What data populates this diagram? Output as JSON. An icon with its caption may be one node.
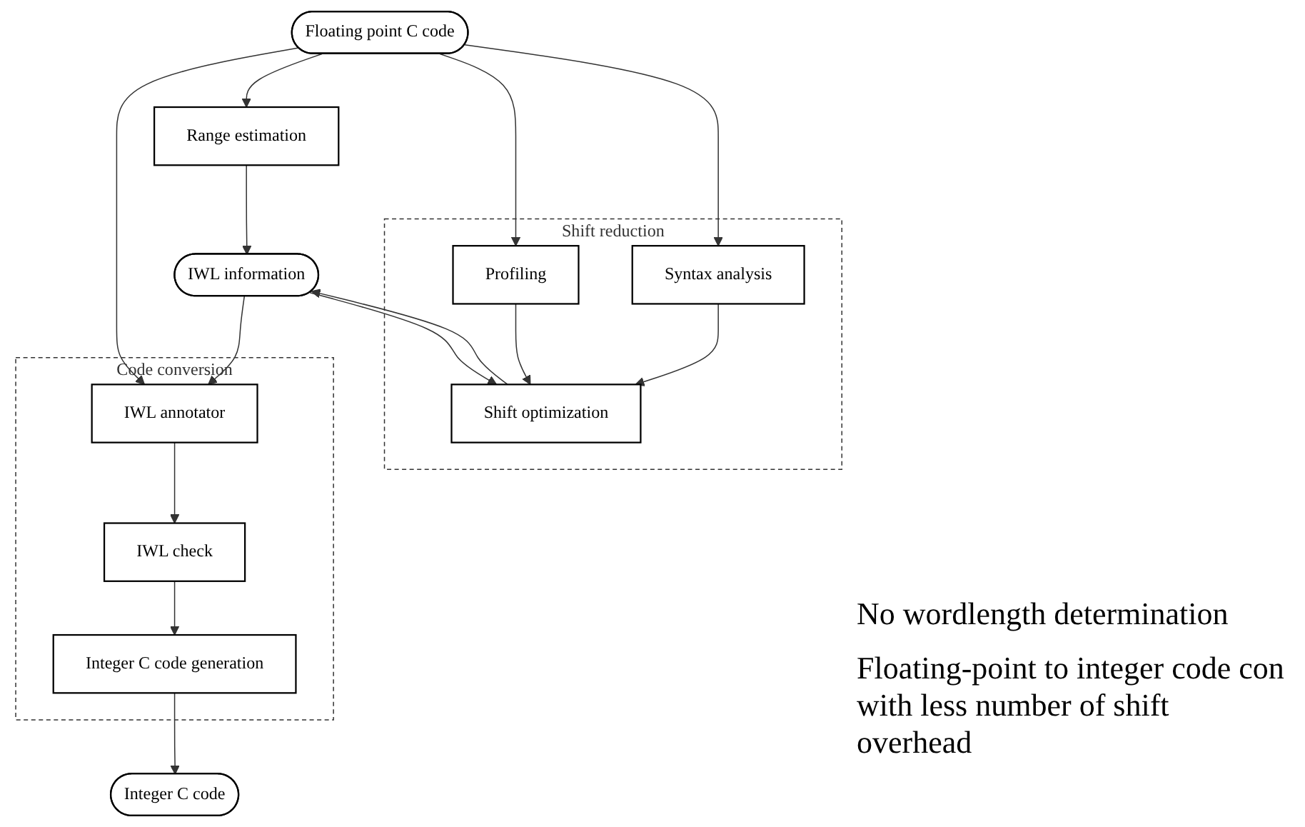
{
  "diagram": {
    "nodes": [
      {
        "text": [
          "Floating point C code"
        ]
      },
      {
        "text": [
          "Code conversion"
        ]
      },
      {
        "text": [
          "IWL annotator"
        ],
        "in": 1
      },
      {
        "text": [
          "IWL check"
        ],
        "in": 1
      },
      {
        "text": [
          "Integer C code generation"
        ],
        "in": 1
      },
      {
        "text": [
          "Range estimation"
        ]
      },
      {
        "text": [
          "Shift reduction"
        ]
      },
      {
        "text": [
          "Profiling"
        ],
        "in": 6
      },
      {
        "text": [
          "Syntax analysis"
        ],
        "in": 6
      },
      {
        "text": [
          "Shift optimization"
        ],
        "in": 6
      },
      {
        "text": [
          "IWL information"
        ]
      },
      {
        "text": [
          "Integer C code"
        ]
      }
    ],
    "edges": [
      {
        "from": 0,
        "to": 2,
        "arrow": "to"
      },
      {
        "from": 0,
        "to": 5,
        "arrow": "to"
      },
      {
        "from": 0,
        "to": 7,
        "arrow": "to"
      },
      {
        "from": 0,
        "to": 8,
        "arrow": "to"
      },
      {
        "from": 2,
        "to": 3,
        "arrow": "to"
      },
      {
        "from": 3,
        "to": 4,
        "arrow": "to"
      },
      {
        "from": 4,
        "to": 11,
        "arrow": "to"
      },
      {
        "from": 5,
        "to": 10,
        "arrow": "to"
      },
      {
        "from": 10,
        "to": 2,
        "arrow": "to"
      },
      {
        "from": 7,
        "to": 9,
        "arrow": "to"
      },
      {
        "from": 8,
        "to": 9,
        "arrow": "to"
      },
      {
        "from": 10,
        "to": 9,
        "arrow": "to"
      },
      {
        "from": 9,
        "to": 10,
        "arrow": "to"
      }
    ],
    "labels": [
      "No wordlength determination",
      "Floating-point to integer code con with less number of shift overhead"
    ]
  }
}
